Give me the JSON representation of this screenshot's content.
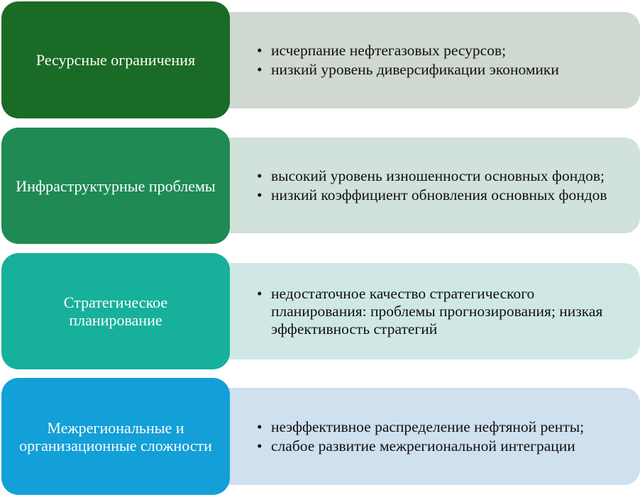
{
  "colors": {
    "row1_left": "#1a6b25",
    "row1_right": "#cfd8d1",
    "row2_left": "#1f8a54",
    "row2_right": "#d1e2da",
    "row3_left": "#17b09b",
    "row3_right": "#cfe8e6",
    "row4_left": "#139fd8",
    "row4_right": "#cfe0ef"
  },
  "rows": [
    {
      "title": "Ресурсные ограничения",
      "items": [
        "исчерпание нефтегазовых ресурсов;",
        "низкий уровень диверсификации экономики"
      ]
    },
    {
      "title": "Инфраструктурные проблемы",
      "items": [
        "высокий уровень изношенности основных фондов;",
        "низкий коэффициент обновления основных фондов"
      ]
    },
    {
      "title": "Стратегическое планирование",
      "items": [
        "недостаточное качество стратегического планирования: проблемы прогнозирования; низкая эффективность стратегий"
      ]
    },
    {
      "title": "Межрегиональные и организационные сложности",
      "items": [
        "неэффективное распределение нефтяной ренты;",
        "слабое развитие межрегиональной интеграции"
      ]
    }
  ]
}
